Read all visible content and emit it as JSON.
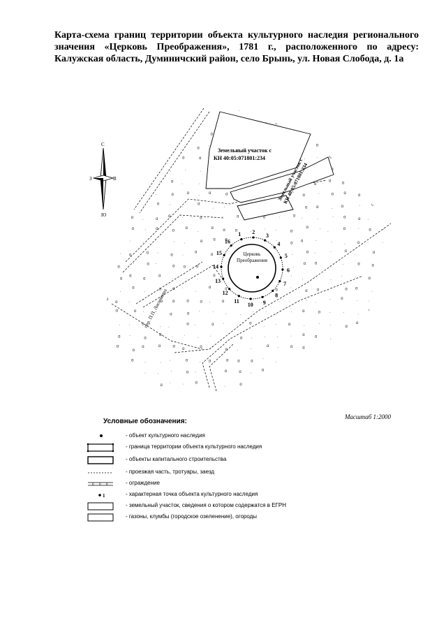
{
  "title": "Карта-схема границ территории объекта культурного наследия регионального значения «Церковь Преображения», 1781 г., расположенного по адресу: Калужская область, Думиничский район, село Брынь, ул. Новая Слобода, д. 1а",
  "compass": {
    "north": "С",
    "south": "Ю",
    "west": "З",
    "east": "В"
  },
  "map": {
    "parcel_1_line1": "Земельный участок с",
    "parcel_1_line2": "КН 40:05:071801:234",
    "parcel_2_line1": "Земельный участок с",
    "parcel_2_line2": "КН 40:05:071801:234",
    "church_line1": "Церковь",
    "church_line2": "Преображения",
    "street_label": "пер. П.П. Лисичкина",
    "boundary_points": [
      "1",
      "2",
      "3",
      "4",
      "5",
      "6",
      "7",
      "8",
      "9",
      "10",
      "11",
      "12",
      "13",
      "14",
      "15",
      "16"
    ]
  },
  "scale": "Масштаб 1:2000",
  "legend": {
    "title": "Условные обозначения:",
    "items": [
      {
        "symbol": "cultural-object",
        "text": "- объект культурного наследия"
      },
      {
        "symbol": "territory-boundary",
        "text": "- граница территории объекта культурного наследия"
      },
      {
        "symbol": "capital-building",
        "text": "- объекты капитального строительства"
      },
      {
        "symbol": "road",
        "text": "- проезжая часть, тротуары, заезд"
      },
      {
        "symbol": "fence",
        "text": "- ограждение"
      },
      {
        "symbol": "boundary-point",
        "text": "- характерная точка объекта культурного наследия"
      },
      {
        "symbol": "land-parcel",
        "text": "- земельный участок, сведения о котором содержатся в ЕГРН"
      },
      {
        "symbol": "lawns",
        "text": "- газоны, клумбы (городское озеленение), огороды"
      }
    ]
  }
}
